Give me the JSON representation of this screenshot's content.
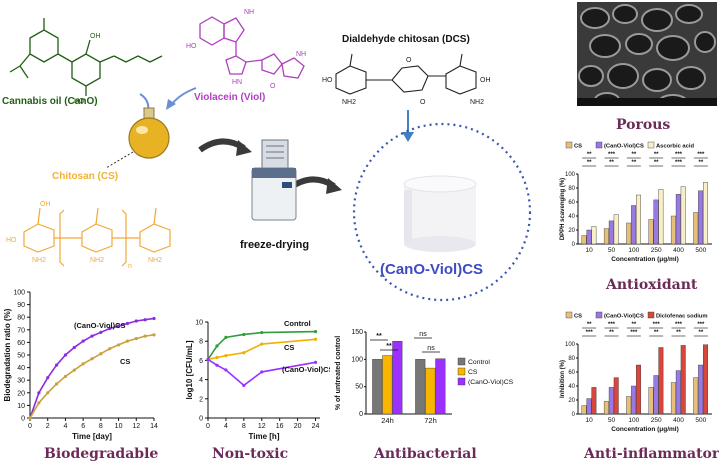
{
  "labels": {
    "cano": "Cannabis oil (CanO)",
    "viol": "Violacein (Viol)",
    "cs": "Chitosan (CS)",
    "dcs": "Dialdehyde chitosan (DCS)",
    "freeze": "freeze-drying",
    "product": "(CanO-Viol)CS",
    "porous": "Porous",
    "antioxidant": "Antioxidant",
    "antiinflammatory": "Anti-inflammatory",
    "biodegradable": "Biodegradable",
    "nontoxic": "Non-toxic",
    "antibacterial": "Antibacterial"
  },
  "chem": {
    "oh": "OH",
    "ho": "HO",
    "nh": "NH",
    "hn": "HN",
    "o": "O",
    "nh2": "NH2",
    "n": "n"
  },
  "colors": {
    "cano": "#1f5f12",
    "viol": "#b03fc0",
    "cs": "#f3b233",
    "title": "#6b2a57",
    "product": "#3d4cc4",
    "dcs": "#3f7fc2"
  },
  "chart_data": [
    {
      "id": "biodeg",
      "type": "line",
      "xlabel": "Time [day]",
      "ylabel": "Biodegradation ratio (%)",
      "xlim": [
        0,
        14
      ],
      "ylim": [
        0,
        100
      ],
      "xticks": [
        0,
        2,
        4,
        6,
        8,
        10,
        12,
        14
      ],
      "yticks": [
        0,
        10,
        20,
        30,
        40,
        50,
        60,
        70,
        80,
        90,
        100
      ],
      "series": [
        {
          "name": "(CanO-Viol)CS",
          "color": "#8a2be2",
          "x": [
            0,
            1,
            2,
            3,
            4,
            5,
            6,
            7,
            8,
            9,
            10,
            11,
            12,
            13,
            14
          ],
          "y": [
            0,
            20,
            32,
            42,
            50,
            56,
            61,
            65,
            68,
            71,
            73,
            75,
            77,
            78,
            79
          ]
        },
        {
          "name": "CS",
          "color": "#c8a13a",
          "x": [
            0,
            1,
            2,
            3,
            4,
            5,
            6,
            7,
            8,
            9,
            10,
            11,
            12,
            13,
            14
          ],
          "y": [
            0,
            12,
            20,
            27,
            33,
            38,
            43,
            47,
            51,
            55,
            58,
            61,
            63,
            65,
            66
          ]
        }
      ]
    },
    {
      "id": "cfu",
      "type": "line",
      "xlabel": "Time [h]",
      "ylabel": "log10 [CFU/mL]",
      "xlim": [
        0,
        25
      ],
      "ylim": [
        0,
        10
      ],
      "xticks": [
        0,
        4,
        8,
        12,
        16,
        20,
        24
      ],
      "yticks": [
        0,
        2,
        4,
        6,
        8,
        10
      ],
      "series": [
        {
          "name": "Control",
          "color": "#2e9e3a",
          "x": [
            0,
            2,
            4,
            8,
            12,
            24
          ],
          "y": [
            6.1,
            7.5,
            8.4,
            8.7,
            8.9,
            9.0
          ]
        },
        {
          "name": "CS",
          "color": "#f0b000",
          "x": [
            0,
            2,
            4,
            8,
            12,
            24
          ],
          "y": [
            6.1,
            6.3,
            6.5,
            6.8,
            7.7,
            8.2
          ]
        },
        {
          "name": "(CanO-Viol)CS",
          "color": "#9b30ff",
          "x": [
            0,
            2,
            4,
            8,
            12,
            24
          ],
          "y": [
            6.1,
            5.5,
            5.0,
            3.4,
            4.8,
            5.8
          ]
        }
      ]
    },
    {
      "id": "antibac",
      "type": "bar",
      "ylabel": "% of untreated control",
      "categories": [
        "24h",
        "72h"
      ],
      "ylim": [
        0,
        150
      ],
      "yticks": [
        0,
        50,
        100,
        150
      ],
      "legend": "right",
      "series": [
        {
          "name": "Control",
          "color": "#777777",
          "values": [
            100,
            100
          ]
        },
        {
          "name": "CS",
          "color": "#f7b500",
          "values": [
            107,
            84
          ]
        },
        {
          "name": "(CanO-Viol)CS",
          "color": "#9b30ff",
          "values": [
            133,
            101
          ]
        }
      ],
      "annotations": [
        "**",
        "**",
        "ns",
        "ns"
      ]
    },
    {
      "id": "dpph",
      "type": "bar",
      "xlabel": "Concentration (μg/ml)",
      "ylabel": "DPPH scavenging (%)",
      "categories": [
        "10",
        "50",
        "100",
        "250",
        "400",
        "500"
      ],
      "ylim": [
        0,
        100
      ],
      "yticks": [
        0,
        20,
        40,
        60,
        80,
        100
      ],
      "legend": "top",
      "series": [
        {
          "name": "CS",
          "color": "#e6c07a",
          "values": [
            12,
            22,
            30,
            35,
            40,
            45
          ]
        },
        {
          "name": "(CanO-Viol)CS",
          "color": "#9a79e6",
          "values": [
            20,
            33,
            55,
            63,
            71,
            76
          ]
        },
        {
          "name": "Ascorbic acid",
          "color": "#f8efc6",
          "values": [
            25,
            42,
            70,
            78,
            82,
            88
          ]
        }
      ],
      "annotations": [
        "**",
        "***",
        "**",
        "**",
        "***",
        "***",
        "**",
        "**",
        "**",
        "**",
        "***",
        "**"
      ]
    },
    {
      "id": "inflam",
      "type": "bar",
      "xlabel": "Concentration (μg/ml)",
      "ylabel": "Inhibition (%)",
      "categories": [
        "10",
        "50",
        "100",
        "250",
        "400",
        "500"
      ],
      "ylim": [
        0,
        100
      ],
      "yticks": [
        0,
        20,
        40,
        60,
        80,
        100
      ],
      "legend": "top",
      "series": [
        {
          "name": "CS",
          "color": "#e6c07a",
          "values": [
            12,
            18,
            25,
            38,
            45,
            52
          ]
        },
        {
          "name": "(CanO-Viol)CS",
          "color": "#9a79e6",
          "values": [
            22,
            38,
            40,
            55,
            62,
            70
          ]
        },
        {
          "name": "Diclofenac sodium",
          "color": "#d9463b",
          "values": [
            38,
            52,
            70,
            95,
            98,
            99
          ]
        }
      ],
      "annotations": [
        "**",
        "***",
        "**",
        "***",
        "***",
        "***",
        "***",
        "**",
        "***",
        "**",
        "**",
        "**"
      ]
    }
  ]
}
